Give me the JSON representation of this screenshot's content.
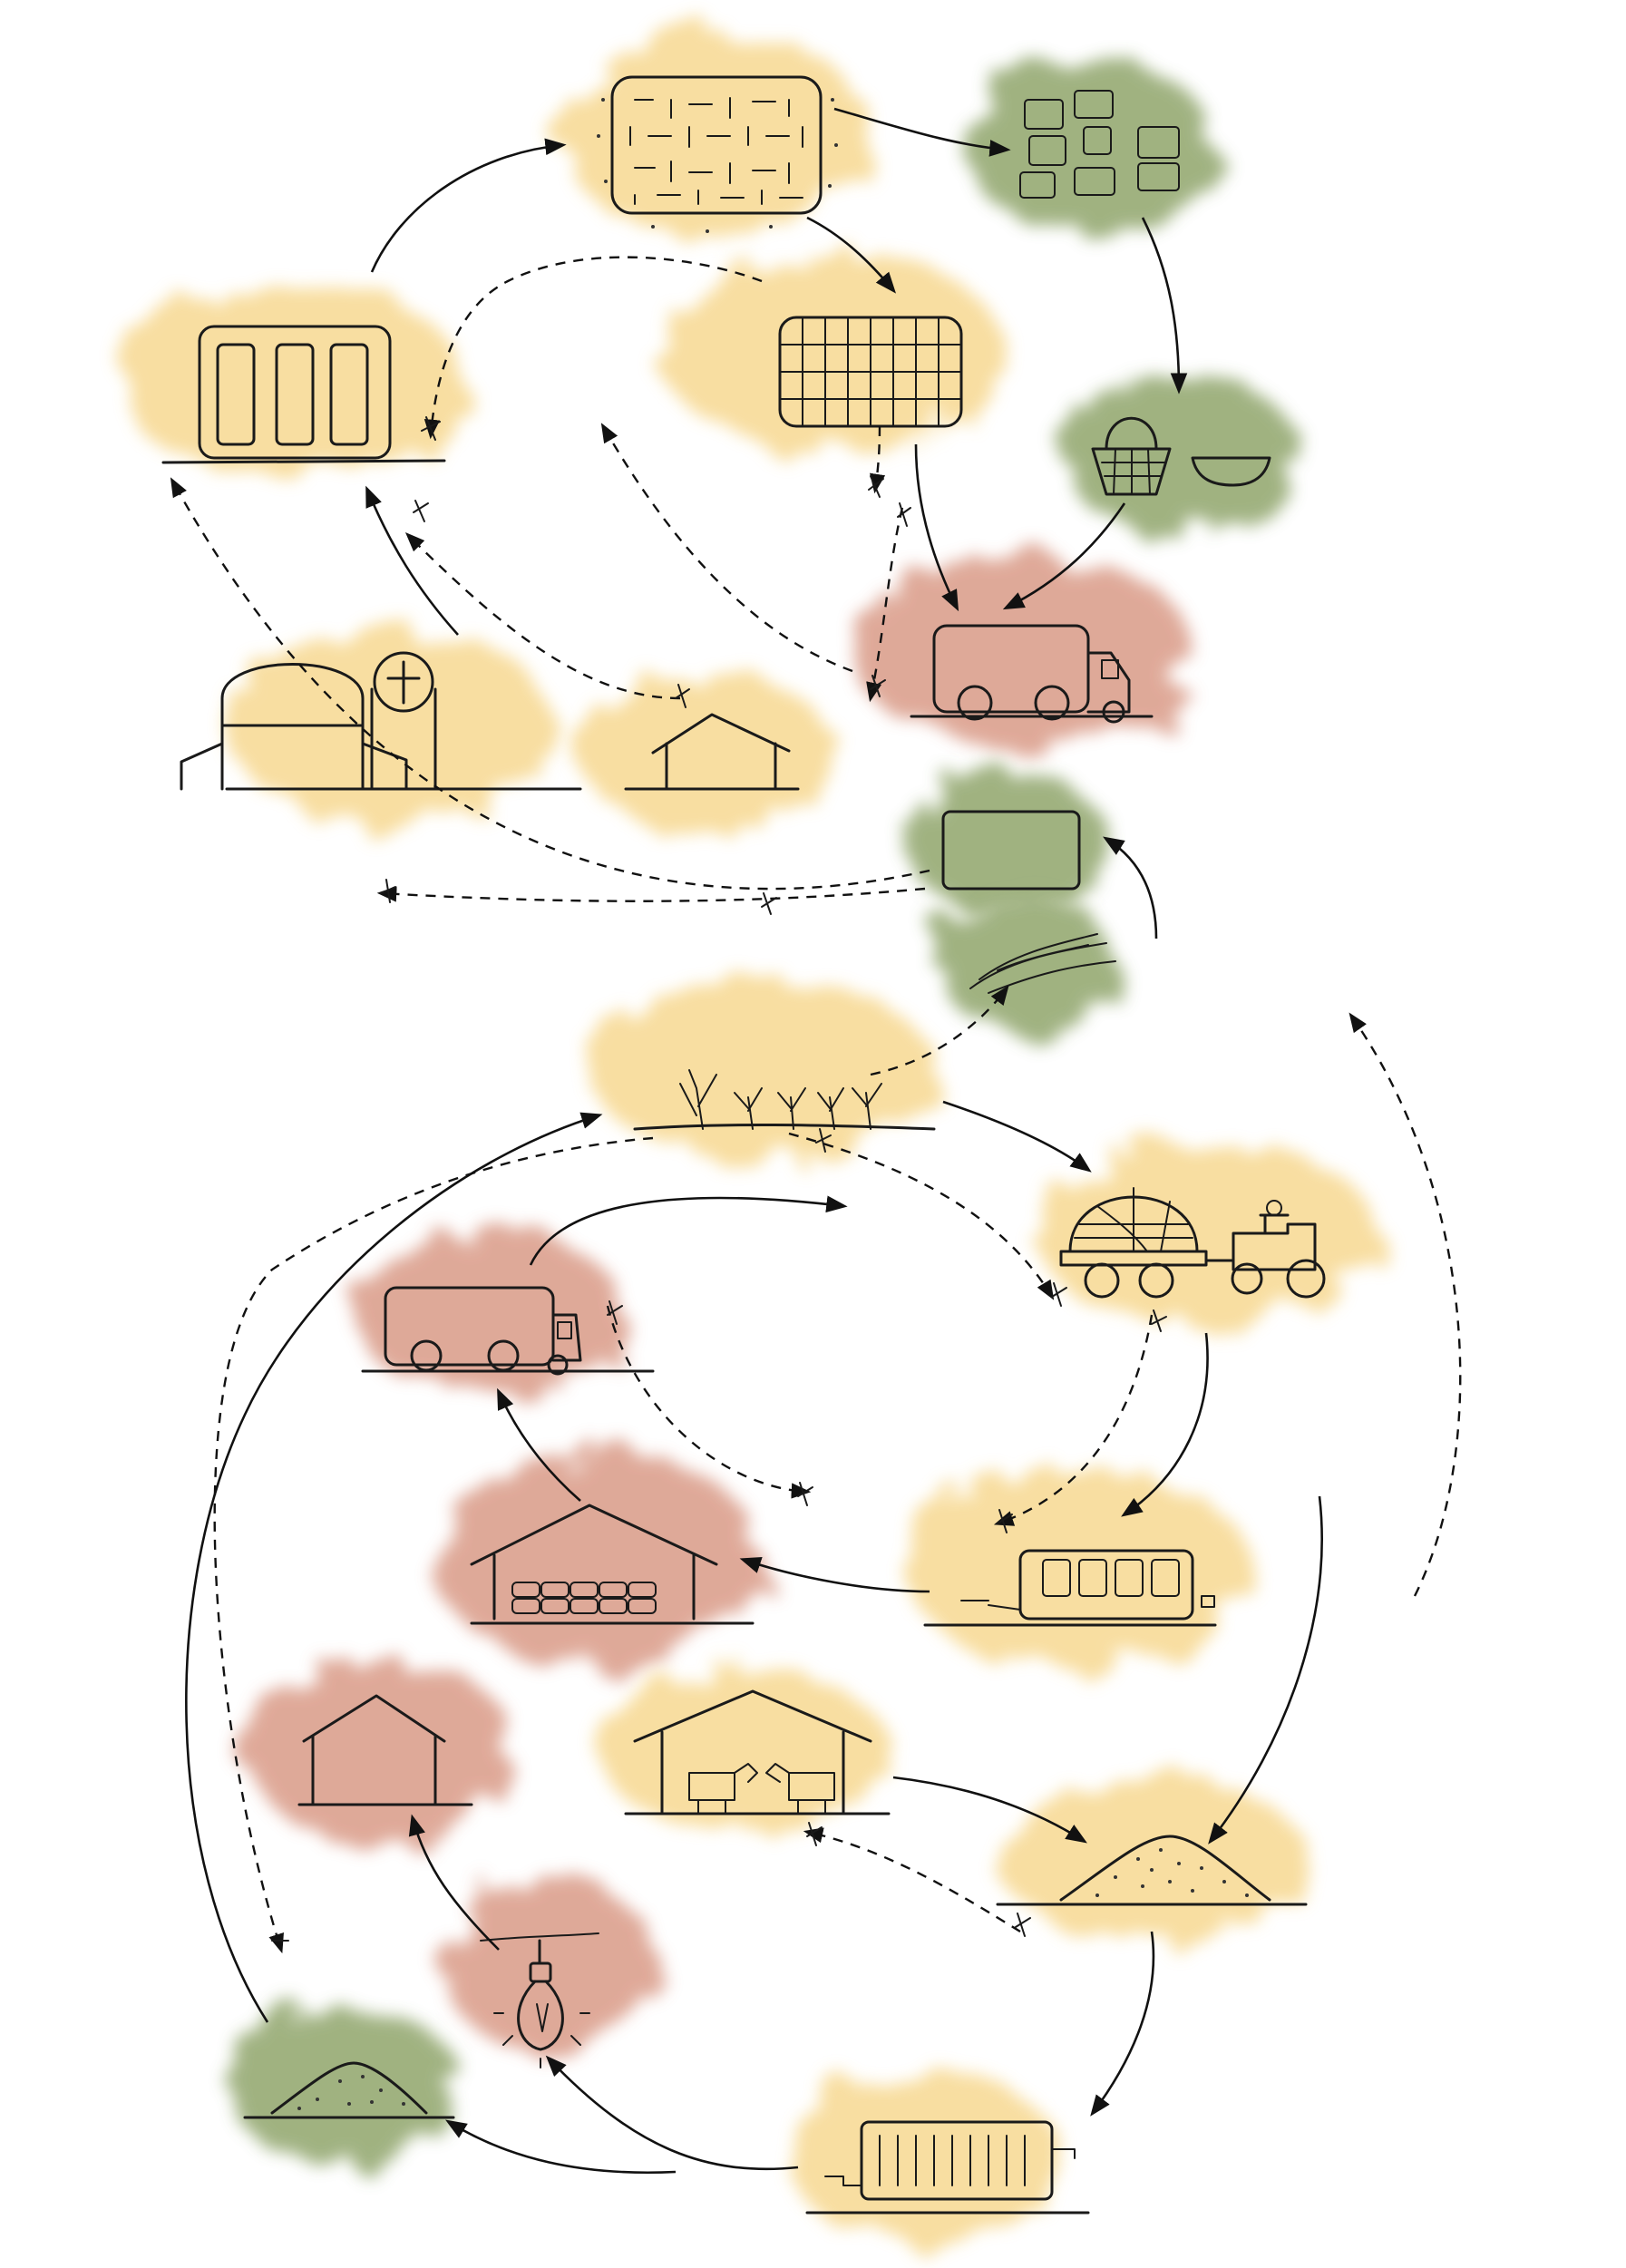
{
  "diagram": {
    "kind": "circular resource-flow sketch",
    "colors": {
      "yellow": "#f7d890",
      "green": "#8fa46a",
      "red": "#d99a86",
      "ink": "#111111"
    },
    "nodes": [
      {
        "id": "n1",
        "name": "woven-mat-node",
        "icon": "woven-mat-icon",
        "wash": "yellow"
      },
      {
        "id": "n2",
        "name": "blocks-node",
        "icon": "blocks-icon",
        "wash": "green"
      },
      {
        "id": "n3",
        "name": "framed-panel-node",
        "icon": "grid-panel-icon",
        "wash": "yellow"
      },
      {
        "id": "n4",
        "name": "panel-building-node",
        "icon": "three-panel-building-icon",
        "wash": "yellow"
      },
      {
        "id": "n5",
        "name": "basket-node",
        "icon": "basket-and-bowl-icon",
        "wash": "green"
      },
      {
        "id": "n6",
        "name": "truck-top-node",
        "icon": "truck-icon",
        "wash": "red"
      },
      {
        "id": "n7",
        "name": "chapel-node",
        "icon": "chapel-icon",
        "wash": "yellow"
      },
      {
        "id": "n8",
        "name": "house-node",
        "icon": "house-icon",
        "wash": "yellow"
      },
      {
        "id": "n9",
        "name": "green-bale-node",
        "icon": "bale-icon",
        "wash": "green"
      },
      {
        "id": "n10",
        "name": "grass-node",
        "icon": "grass-icon",
        "wash": "green"
      },
      {
        "id": "n11",
        "name": "field-node",
        "icon": "crops-icon",
        "wash": "yellow"
      },
      {
        "id": "n12",
        "name": "tractor-node",
        "icon": "tractor-trailer-icon",
        "wash": "yellow"
      },
      {
        "id": "n13",
        "name": "truck-mid-node",
        "icon": "truck-icon",
        "wash": "red"
      },
      {
        "id": "n14",
        "name": "storage-shed-node",
        "icon": "storage-shed-icon",
        "wash": "red"
      },
      {
        "id": "n15",
        "name": "container-node",
        "icon": "container-icon",
        "wash": "yellow"
      },
      {
        "id": "n16",
        "name": "barn-node",
        "icon": "barn-icon",
        "wash": "red"
      },
      {
        "id": "n17",
        "name": "cattle-shed-node",
        "icon": "cattle-shed-icon",
        "wash": "yellow"
      },
      {
        "id": "n18",
        "name": "compost-node",
        "icon": "compost-heap-icon",
        "wash": "yellow"
      },
      {
        "id": "n19",
        "name": "lightbulb-node",
        "icon": "lightbulb-icon",
        "wash": "red"
      },
      {
        "id": "n20",
        "name": "green-heap-node",
        "icon": "green-heap-icon",
        "wash": "green"
      },
      {
        "id": "n21",
        "name": "digester-node",
        "icon": "digester-tank-icon",
        "wash": "yellow"
      }
    ]
  }
}
